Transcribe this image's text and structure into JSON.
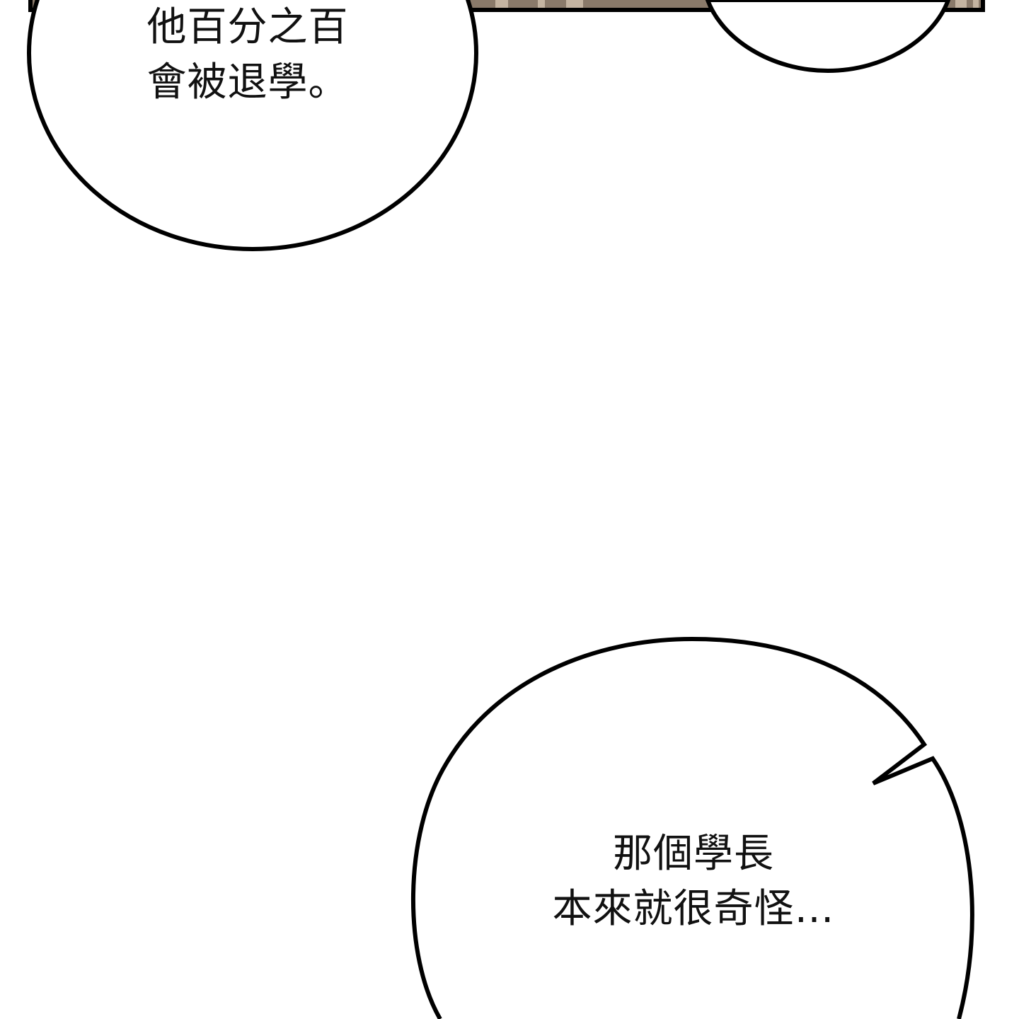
{
  "colors": {
    "background": "#ffffff",
    "outline": "#000000",
    "panel_fill": "#8a7a6a",
    "panel_stripes": "#cbbba8",
    "text": "#111111"
  },
  "bubbles": {
    "top_left": {
      "lines": [
        "他百分之百",
        "會被退學。"
      ]
    },
    "bottom_right": {
      "lines": [
        "那個學長",
        "本來就很奇怪…"
      ]
    }
  }
}
